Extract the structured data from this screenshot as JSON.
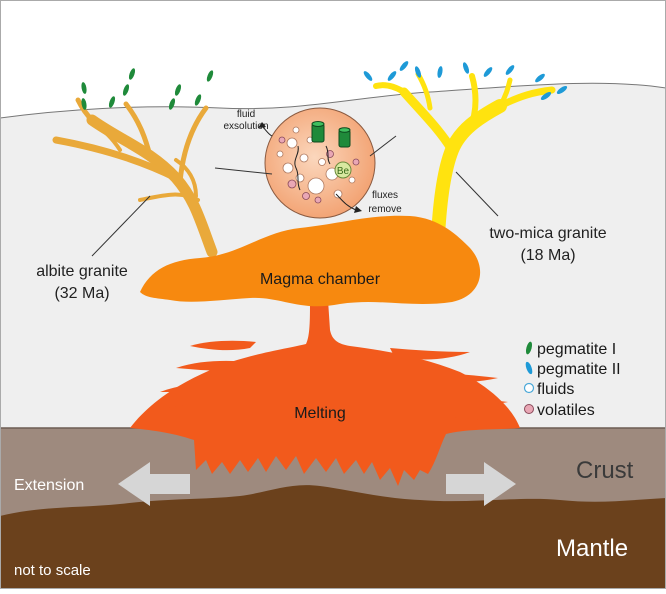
{
  "labels": {
    "fluid_exsolution_1": "fluid",
    "fluid_exsolution_2": "exsolution",
    "fluxes_remove_1": "fluxes",
    "fluxes_remove_2": "remove",
    "be": "Be",
    "albite_granite": "albite granite",
    "albite_age": "(32 Ma)",
    "two_mica_granite": "two-mica granite",
    "two_mica_age": "(18 Ma)",
    "magma_chamber": "Magma chamber",
    "melting": "Melting",
    "extension": "Extension",
    "crust": "Crust",
    "mantle": "Mantle",
    "not_to_scale": "not to scale"
  },
  "legend": [
    {
      "label": "pegmatite I",
      "symbol": "green-dash"
    },
    {
      "label": "pegmatite II",
      "symbol": "blue-dash"
    },
    {
      "label": "fluids",
      "symbol": "white-circle"
    },
    {
      "label": "volatiles",
      "symbol": "pink-circle"
    }
  ],
  "colors": {
    "sky": "#ffffff",
    "upper_crust": "#efefef",
    "crust": "#9e8a7e",
    "mantle": "#6b411c",
    "magma": "#f7890f",
    "melt": "#f25a1c",
    "albite": "#e9a93a",
    "two_mica": "#ffe30f",
    "peg1": "#1f8a3a",
    "peg2": "#1e9ad7",
    "inset_outer": "#f4a77a",
    "inset_inner": "#f9cfb2",
    "arrow": "#d6d6d6",
    "text_light": "#ffffff",
    "text_dark": "#3a3a3a"
  }
}
